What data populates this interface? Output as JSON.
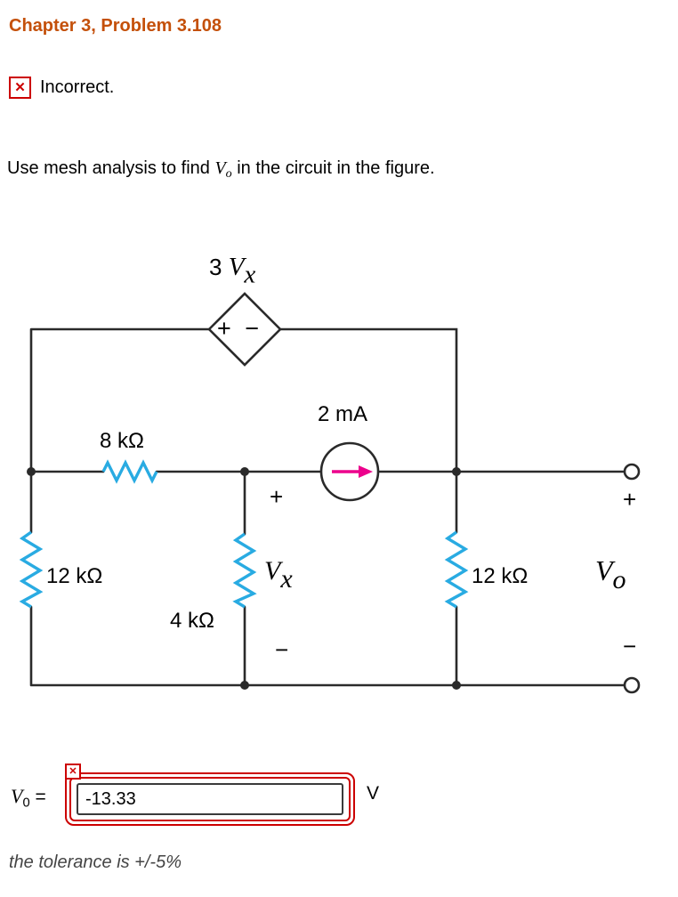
{
  "colors": {
    "title": "#c4500a",
    "error_red": "#cc0000",
    "wire": "#2a2a2a",
    "resistor_cyan": "#29abe2",
    "arrow_magenta": "#ec008c"
  },
  "icons": {
    "x_glyph": "✕"
  },
  "header": {
    "title": "Chapter 3, Problem 3.108"
  },
  "status": {
    "label": "Incorrect."
  },
  "problem": {
    "before": "Use mesh analysis to find ",
    "var": "V",
    "var_sub": "o",
    "after": " in the circuit in the figure."
  },
  "circuit": {
    "dep_source": {
      "coeff": "3 ",
      "var": "V",
      "sub": "x",
      "polarity": "+ −"
    },
    "current_source": {
      "label": "2 mA"
    },
    "resistors": {
      "top": "8 kΩ",
      "left": "12 kΩ",
      "middle": "4 kΩ",
      "right": "12 kΩ"
    },
    "vx": {
      "plus": "+",
      "var": "V",
      "sub": "x",
      "minus": "−"
    },
    "vo": {
      "plus": "+",
      "var": "V",
      "sub": "o",
      "minus": "−"
    }
  },
  "answer": {
    "var": "V",
    "var_sub": "0",
    "equals": "=",
    "value": "-13.33",
    "unit": "V",
    "tolerance": "the tolerance is +/-5%"
  }
}
